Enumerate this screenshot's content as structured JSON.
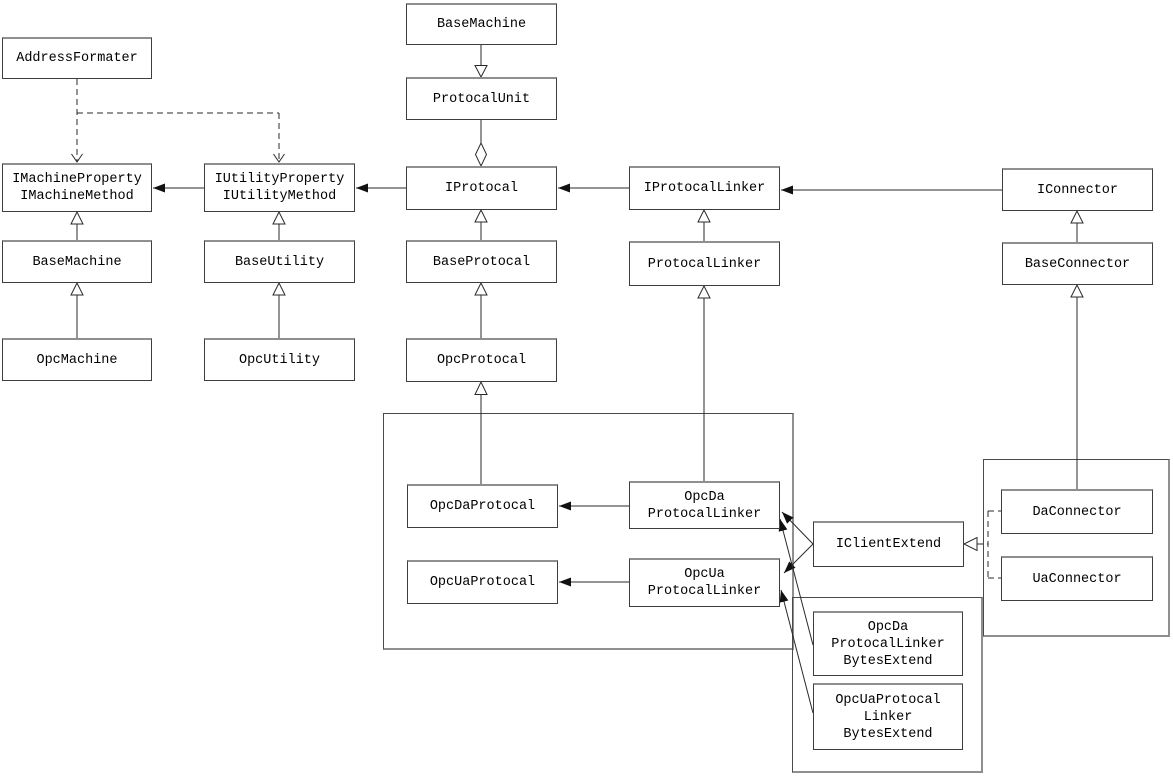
{
  "diagram": {
    "kind": "uml-class-diagram",
    "colors": {
      "background": "#ffffff",
      "line": "#2a2a2a",
      "box_border": "#3d3d3d",
      "box_border_shade": "#8f8f8f",
      "text": "#000000"
    },
    "nodes": {
      "address_formater": {
        "label": "AddressFormater"
      },
      "i_machine": {
        "label": "IMachineProperty\nIMachineMethod"
      },
      "i_utility": {
        "label": "IUtilityProperty\nIUtilityMethod"
      },
      "base_machine_left": {
        "label": "BaseMachine"
      },
      "base_utility": {
        "label": "BaseUtility"
      },
      "opc_machine": {
        "label": "OpcMachine"
      },
      "opc_utility": {
        "label": "OpcUtility"
      },
      "base_machine_top": {
        "label": "BaseMachine"
      },
      "protocal_unit": {
        "label": "ProtocalUnit"
      },
      "i_protocal": {
        "label": "IProtocal"
      },
      "base_protocal": {
        "label": "BaseProtocal"
      },
      "opc_protocal": {
        "label": "OpcProtocal"
      },
      "i_protocal_linker": {
        "label": "IProtocalLinker"
      },
      "protocal_linker": {
        "label": "ProtocalLinker"
      },
      "i_connector": {
        "label": "IConnector"
      },
      "base_connector": {
        "label": "BaseConnector"
      },
      "opc_da_protocal": {
        "label": "OpcDaProtocal"
      },
      "opc_ua_protocal": {
        "label": "OpcUaProtocal"
      },
      "opc_da_protocal_linker": {
        "label": "OpcDa\nProtocalLinker"
      },
      "opc_ua_protocal_linker": {
        "label": "OpcUa\nProtocalLinker"
      },
      "i_client_extend": {
        "label": "IClientExtend"
      },
      "da_connector": {
        "label": "DaConnector"
      },
      "ua_connector": {
        "label": "UaConnector"
      },
      "opc_da_pl_bytes": {
        "label": "OpcDa\nProtocalLinker\nBytesExtend"
      },
      "opc_ua_pl_bytes": {
        "label": "OpcUaProtocal\nLinker\nBytesExtend"
      }
    },
    "relations": [
      {
        "from": "AddressFormater",
        "to": "IMachineProperty IMachineMethod",
        "type": "dashed-dependency"
      },
      {
        "from": "AddressFormater",
        "to": "IUtilityProperty IUtilityMethod",
        "type": "dashed-dependency"
      },
      {
        "from": "IUtilityProperty IUtilityMethod",
        "to": "IMachineProperty IMachineMethod",
        "type": "association"
      },
      {
        "from": "IProtocal",
        "to": "IUtilityProperty IUtilityMethod",
        "type": "association"
      },
      {
        "from": "IProtocalLinker",
        "to": "IProtocal",
        "type": "association"
      },
      {
        "from": "IConnector",
        "to": "IProtocalLinker",
        "type": "association"
      },
      {
        "from": "BaseMachine",
        "to": "IMachineProperty IMachineMethod",
        "type": "inheritance"
      },
      {
        "from": "OpcMachine",
        "to": "BaseMachine",
        "type": "inheritance"
      },
      {
        "from": "BaseUtility",
        "to": "IUtilityProperty IUtilityMethod",
        "type": "inheritance"
      },
      {
        "from": "OpcUtility",
        "to": "BaseUtility",
        "type": "inheritance"
      },
      {
        "from": "BaseMachine",
        "to": "ProtocalUnit",
        "type": "inheritance"
      },
      {
        "from": "ProtocalUnit",
        "to": "IProtocal",
        "type": "aggregation"
      },
      {
        "from": "BaseProtocal",
        "to": "IProtocal",
        "type": "inheritance"
      },
      {
        "from": "OpcProtocal",
        "to": "BaseProtocal",
        "type": "inheritance"
      },
      {
        "from": "OpcDaProtocal",
        "to": "OpcProtocal",
        "type": "inheritance"
      },
      {
        "from": "ProtocalLinker",
        "to": "IProtocalLinker",
        "type": "inheritance"
      },
      {
        "from": "OpcDa ProtocalLinker",
        "to": "ProtocalLinker",
        "type": "inheritance"
      },
      {
        "from": "BaseConnector",
        "to": "IConnector",
        "type": "inheritance"
      },
      {
        "from": "DaConnector",
        "to": "BaseConnector",
        "type": "inheritance"
      },
      {
        "from": "OpcDa ProtocalLinker",
        "to": "OpcDaProtocal",
        "type": "association"
      },
      {
        "from": "OpcUa ProtocalLinker",
        "to": "OpcUaProtocal",
        "type": "association"
      },
      {
        "from": "IClientExtend",
        "to": "OpcDa ProtocalLinker",
        "type": "association"
      },
      {
        "from": "IClientExtend",
        "to": "OpcUa ProtocalLinker",
        "type": "association"
      },
      {
        "from": "DaConnector",
        "to": "IClientExtend",
        "type": "realization"
      },
      {
        "from": "UaConnector",
        "to": "IClientExtend",
        "type": "realization"
      },
      {
        "from": "OpcDa ProtocalLinker BytesExtend",
        "to": "OpcDa ProtocalLinker",
        "type": "association"
      },
      {
        "from": "OpcUaProtocal Linker BytesExtend",
        "to": "OpcUa ProtocalLinker",
        "type": "association"
      }
    ]
  }
}
